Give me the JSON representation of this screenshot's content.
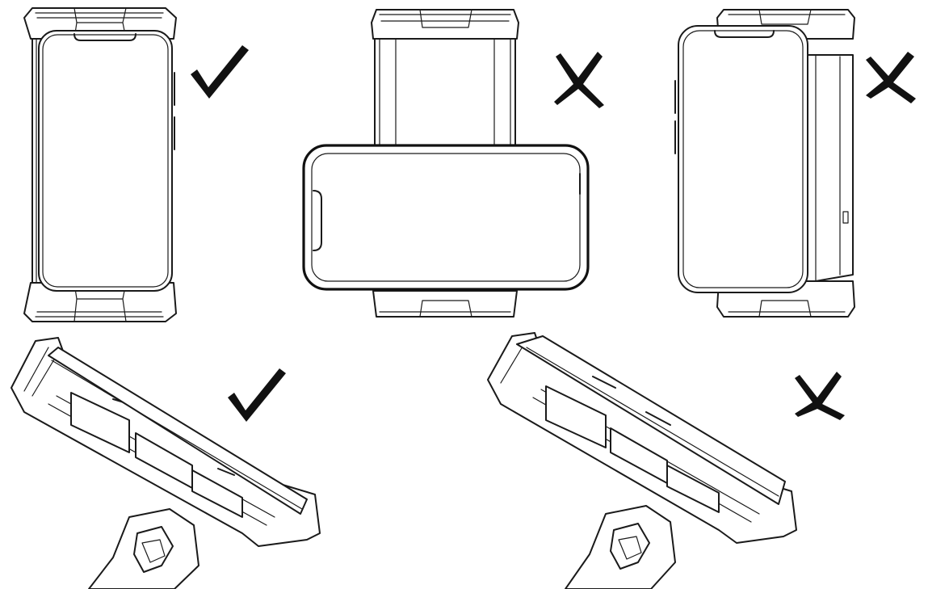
{
  "diagram": {
    "panels": [
      {
        "id": "portrait-centered",
        "result": "correct",
        "mark_icon": "check-mark-icon"
      },
      {
        "id": "landscape-in-holder",
        "result": "incorrect",
        "mark_icon": "cross-mark-icon"
      },
      {
        "id": "offset-phone",
        "result": "incorrect",
        "mark_icon": "cross-mark-icon"
      },
      {
        "id": "side-view-seated",
        "result": "correct",
        "mark_icon": "check-mark-icon"
      },
      {
        "id": "side-view-unseated",
        "result": "incorrect",
        "mark_icon": "cross-mark-icon"
      }
    ],
    "colors": {
      "line": "#1a1a1a",
      "mark": "#111111",
      "background": "#ffffff"
    }
  }
}
